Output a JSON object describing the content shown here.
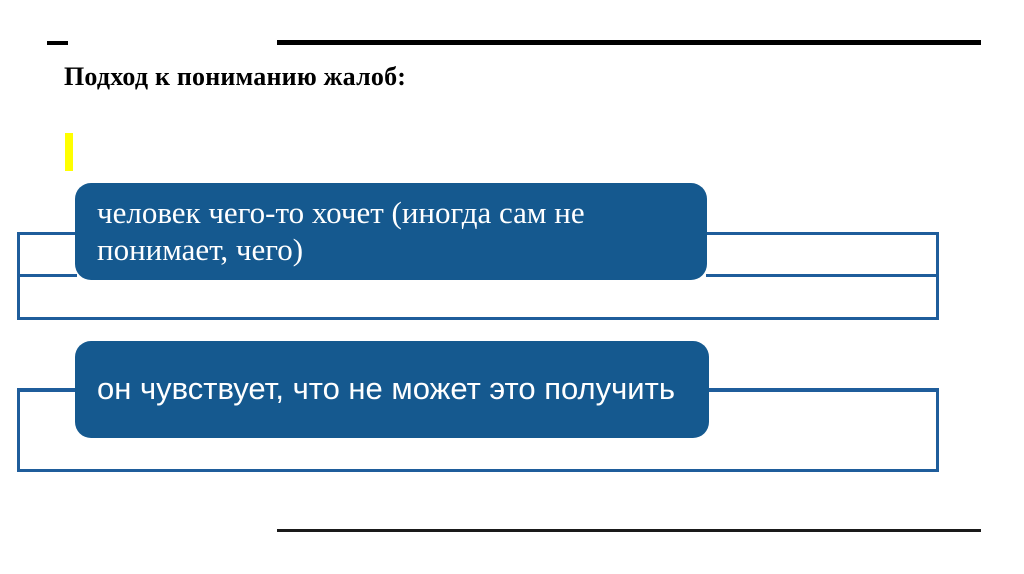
{
  "slide": {
    "title": "Подход к пониманию жалоб:",
    "colors": {
      "callout_fill": "#15598f",
      "frame_border": "#1f5d9b",
      "marker": "#ffff00",
      "rule": "#000000",
      "callout_text": "#ffffff",
      "background": "#ffffff"
    },
    "decorations": {
      "top_dash": "",
      "top_rule": "",
      "bottom_rule": "",
      "yellow_marker": ""
    },
    "callouts": [
      {
        "id": "callout-1",
        "text": "человек чего-то хочет (иногда сам не понимает, чего)"
      },
      {
        "id": "callout-2",
        "text": "он чувствует, что не может это получить"
      }
    ],
    "frames": [
      {
        "id": "frame-1",
        "label": ""
      },
      {
        "id": "frame-2",
        "label": ""
      }
    ]
  }
}
